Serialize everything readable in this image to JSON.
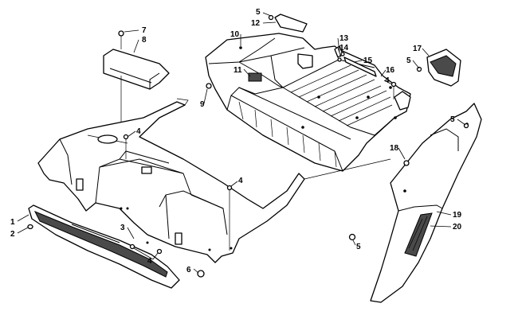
{
  "callouts": [
    {
      "id": "c1",
      "text": "1"
    },
    {
      "id": "c2",
      "text": "2"
    },
    {
      "id": "c3",
      "text": "3"
    },
    {
      "id": "c4a",
      "text": "4"
    },
    {
      "id": "c4b",
      "text": "4"
    },
    {
      "id": "c4c",
      "text": "4"
    },
    {
      "id": "c4d",
      "text": "4"
    },
    {
      "id": "c5a",
      "text": "5"
    },
    {
      "id": "c5b",
      "text": "5"
    },
    {
      "id": "c5c",
      "text": "5"
    },
    {
      "id": "c5d",
      "text": "5"
    },
    {
      "id": "c6",
      "text": "6"
    },
    {
      "id": "c7",
      "text": "7"
    },
    {
      "id": "c8",
      "text": "8"
    },
    {
      "id": "c9",
      "text": "9"
    },
    {
      "id": "c10",
      "text": "10"
    },
    {
      "id": "c11",
      "text": "11"
    },
    {
      "id": "c12",
      "text": "12"
    },
    {
      "id": "c13",
      "text": "13"
    },
    {
      "id": "c14",
      "text": "14"
    },
    {
      "id": "c15",
      "text": "15"
    },
    {
      "id": "c16",
      "text": "16"
    },
    {
      "id": "c17",
      "text": "17"
    },
    {
      "id": "c18",
      "text": "18"
    },
    {
      "id": "c19",
      "text": "19"
    },
    {
      "id": "c20",
      "text": "20"
    }
  ]
}
